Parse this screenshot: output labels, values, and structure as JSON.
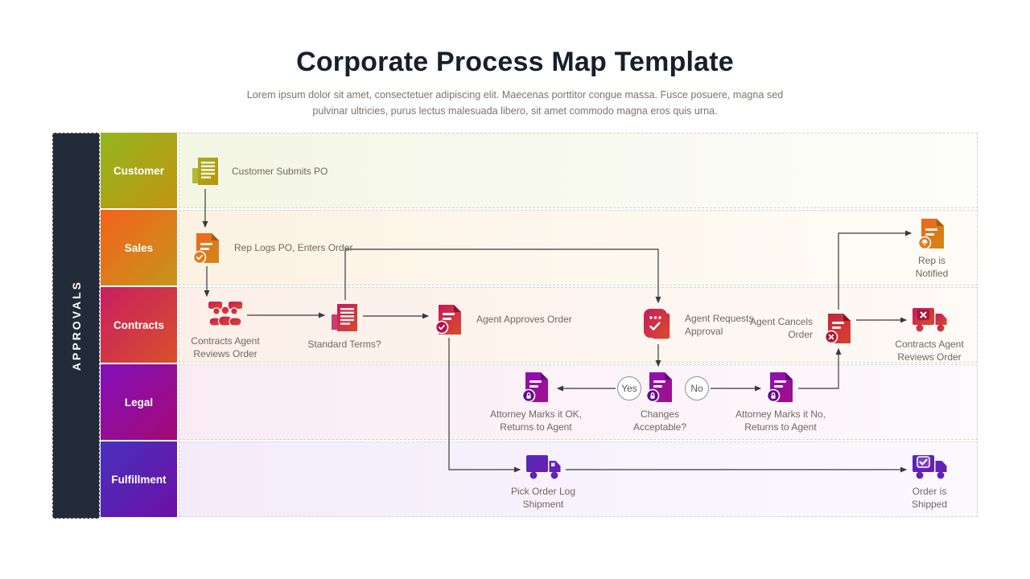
{
  "header": {
    "title": "Corporate Process Map Template",
    "subtitle": "Lorem ipsum dolor sit amet, consectetuer adipiscing elit. Maecenas porttitor congue massa. Fusce posuere, magna sed pulvinar ultricies, purus lectus malesuada libero, sit amet commodo magna eros quis urna."
  },
  "sidebar": {
    "label": "APPROVALS"
  },
  "lanes": [
    {
      "label": "Customer",
      "color_start": "#93b61f",
      "color_end": "#c29413"
    },
    {
      "label": "Sales",
      "color_start": "#f4611d",
      "color_end": "#c6951a"
    },
    {
      "label": "Contracts",
      "color_start": "#c91d62",
      "color_end": "#d8512b"
    },
    {
      "label": "Legal",
      "color_start": "#8310bb",
      "color_end": "#a30a74"
    },
    {
      "label": "Fulfillment",
      "color_start": "#4632bc",
      "color_end": "#6e0fa6"
    }
  ],
  "nodes": {
    "customer_submits": {
      "label": "Customer Submits PO",
      "lane": "Customer"
    },
    "rep_logs": {
      "label": "Rep Logs PO, Enters Order",
      "lane": "Sales"
    },
    "rep_notified": {
      "label": "Rep is Notified",
      "lane": "Sales"
    },
    "contracts_reviews": {
      "label": "Contracts Agent Reviews Order",
      "lane": "Contracts"
    },
    "standard_terms": {
      "label": "Standard Terms?",
      "lane": "Contracts"
    },
    "agent_approves": {
      "label": "Agent Approves Order",
      "lane": "Contracts"
    },
    "agent_requests": {
      "label": "Agent Requests Approval",
      "lane": "Contracts"
    },
    "agent_cancels": {
      "label": "Agent Cancels Order",
      "lane": "Contracts"
    },
    "contracts_reviews_2": {
      "label": "Contracts Agent Reviews Order",
      "lane": "Contracts"
    },
    "attorney_ok": {
      "label": "Attorney Marks it OK, Returns to Agent",
      "lane": "Legal"
    },
    "changes_acceptable": {
      "label": "Changes Acceptable?",
      "lane": "Legal"
    },
    "attorney_no": {
      "label": "Attorney Marks it No, Returns to Agent",
      "lane": "Legal"
    },
    "pick_order": {
      "label": "Pick Order Log Shipment",
      "lane": "Fulfillment"
    },
    "order_shipped": {
      "label": "Order is Shipped",
      "lane": "Fulfillment"
    }
  },
  "decision": {
    "yes": "Yes",
    "no": "No"
  },
  "edges": [
    {
      "from": "customer_submits",
      "to": "rep_logs"
    },
    {
      "from": "rep_logs",
      "to": "contracts_reviews"
    },
    {
      "from": "contracts_reviews",
      "to": "standard_terms"
    },
    {
      "from": "standard_terms",
      "to": "agent_approves"
    },
    {
      "from": "standard_terms",
      "to": "agent_requests"
    },
    {
      "from": "agent_requests",
      "to": "changes_acceptable"
    },
    {
      "from": "changes_acceptable",
      "to": "attorney_ok",
      "label": "Yes"
    },
    {
      "from": "changes_acceptable",
      "to": "attorney_no",
      "label": "No"
    },
    {
      "from": "attorney_no",
      "to": "agent_cancels"
    },
    {
      "from": "agent_cancels",
      "to": "rep_notified"
    },
    {
      "from": "agent_cancels",
      "to": "contracts_reviews_2"
    },
    {
      "from": "agent_approves",
      "to": "pick_order"
    },
    {
      "from": "pick_order",
      "to": "order_shipped"
    }
  ],
  "colors": {
    "sidebar_bg": "#222b39",
    "arrow": "#3a3a3a",
    "label_text": "#6f6760",
    "title_text": "#171f2b"
  }
}
